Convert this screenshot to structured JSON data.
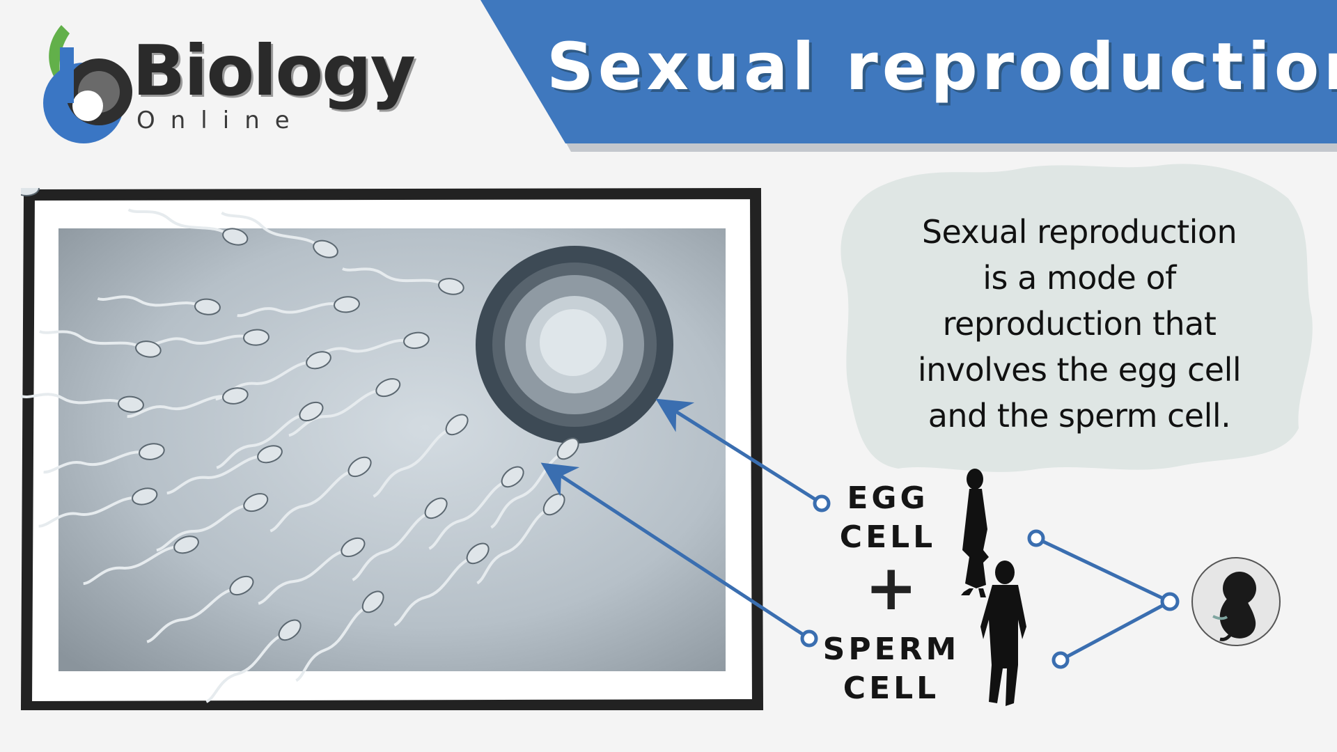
{
  "logo": {
    "word": "Biology",
    "sub": "Online",
    "colors": {
      "blue": "#3a76c4",
      "green": "#62b04a",
      "dark": "#2a2a2a"
    }
  },
  "banner": {
    "title": "Sexual reproduction",
    "color": "#3f78be"
  },
  "definition": {
    "lines": [
      "Sexual reproduction",
      "is a mode of",
      "reproduction that",
      "involves the egg cell",
      "and the sperm cell."
    ]
  },
  "labels": {
    "egg": [
      "EGG",
      "CELL"
    ],
    "plus": "+",
    "sperm": [
      "SPERM",
      "CELL"
    ]
  },
  "colors": {
    "connector": "#3a6eb0",
    "frame": "#222222",
    "cloud": "#dfe6e4",
    "micrograph": "#b7c1c9"
  },
  "icons": [
    "biology-online-logo-icon",
    "egg-cell-icon",
    "sperm-cell-icon",
    "woman-silhouette-icon",
    "man-silhouette-icon",
    "embryo-icon"
  ]
}
